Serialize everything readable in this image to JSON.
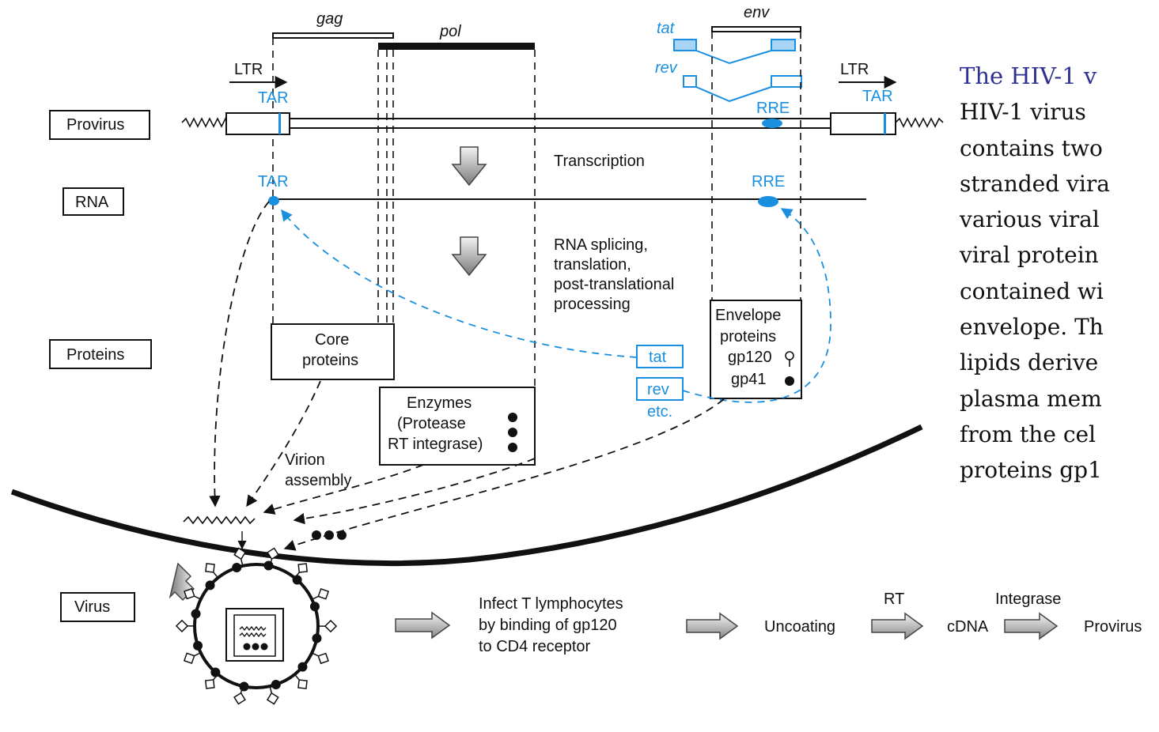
{
  "genome": {
    "gag": "gag",
    "pol": "pol",
    "env": "env",
    "tat": "tat",
    "rev": "rev",
    "ltr_left": "LTR",
    "ltr_right": "LTR",
    "tar_left": "TAR",
    "tar_right": "TAR",
    "tar_rna": "TAR",
    "rre_provirus": "RRE",
    "rre_rna": "RRE"
  },
  "rows": {
    "provirus": "Provirus",
    "rna": "RNA",
    "proteins": "Proteins",
    "virus": "Virus"
  },
  "steps": {
    "transcription": "Transcription",
    "splicing": [
      "RNA splicing,",
      "translation,",
      "post-translational",
      "processing"
    ],
    "virion_assembly": [
      "Virion",
      "assembly"
    ]
  },
  "boxes": {
    "core": [
      "Core",
      "proteins"
    ],
    "enzymes": [
      "Enzymes",
      "(Protease",
      "RT integrase)"
    ],
    "envelope": [
      "Envelope",
      "proteins",
      "gp120",
      "gp41"
    ],
    "tat": "tat",
    "rev": "rev",
    "etc": "etc."
  },
  "lifecycle": {
    "infect": [
      "Infect T lymphocytes",
      "by binding of gp120",
      "to CD4 receptor"
    ],
    "uncoating": "Uncoating",
    "rt": "RT",
    "cdna": "cDNA",
    "integrase": "Integrase",
    "provirus": "Provirus"
  },
  "text_panel": {
    "title": "The HIV-1 v",
    "lines": [
      "HIV-1 virus",
      "contains two",
      "stranded vira",
      "various viral",
      "viral protein",
      "contained wi",
      "envelope. Th",
      "lipids derive",
      "plasma mem",
      "from the cel",
      "proteins gp1"
    ]
  },
  "colors": {
    "accent_blue": "#1a8fe0",
    "title_purple": "#2e3192"
  }
}
